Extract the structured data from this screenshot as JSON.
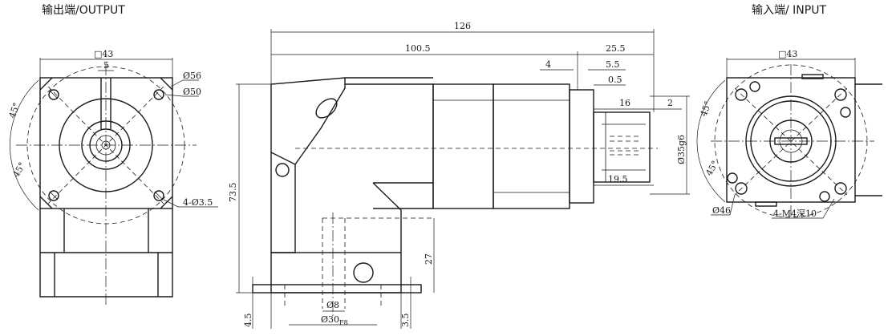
{
  "titles": {
    "output": "输出端/OUTPUT",
    "input": "输入端/ INPUT"
  },
  "output_view": {
    "square": "□43",
    "key_width": "5",
    "pcd_outer": "Ø56",
    "pcd_inner": "Ø50",
    "angle_top": "45°",
    "angle_bottom": "45°",
    "holes": "4-Ø3.5"
  },
  "side_view": {
    "total_length": "126",
    "body_length": "100.5",
    "input_length": "25.5",
    "d4": "4",
    "d55": "5.5",
    "d05": "0.5",
    "d16": "16",
    "d2": "2",
    "d195": "19.5",
    "bore": "Ø35g6",
    "height": "73.5",
    "shaft_len": "27",
    "d45": "4.5",
    "d35": "3.5",
    "shaft_dia": "Ø8",
    "spigot": "Ø30",
    "spigot_tol": "F8"
  },
  "input_view": {
    "square": "□43",
    "angle_top": "45°",
    "angle_bottom": "45°",
    "pcd": "Ø46",
    "threads": "4-M4深10"
  }
}
